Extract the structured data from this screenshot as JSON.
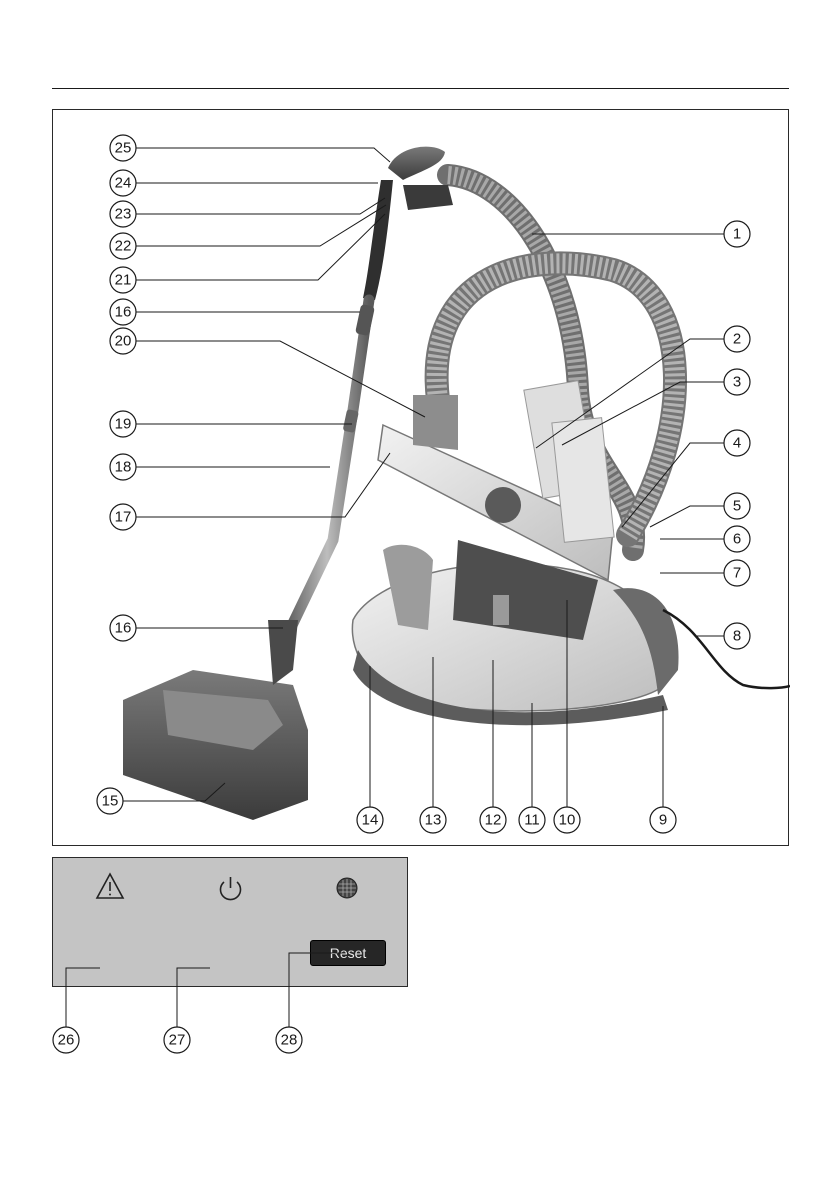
{
  "callouts": [
    {
      "n": "1"
    },
    {
      "n": "2"
    },
    {
      "n": "3"
    },
    {
      "n": "4"
    },
    {
      "n": "5"
    },
    {
      "n": "6"
    },
    {
      "n": "7"
    },
    {
      "n": "8"
    },
    {
      "n": "9"
    },
    {
      "n": "10"
    },
    {
      "n": "11"
    },
    {
      "n": "12"
    },
    {
      "n": "13"
    },
    {
      "n": "14"
    },
    {
      "n": "15"
    },
    {
      "n": "16"
    },
    {
      "n": "16b",
      "label": "16"
    },
    {
      "n": "17"
    },
    {
      "n": "18"
    },
    {
      "n": "19"
    },
    {
      "n": "20"
    },
    {
      "n": "21"
    },
    {
      "n": "22"
    },
    {
      "n": "23"
    },
    {
      "n": "24"
    },
    {
      "n": "25"
    },
    {
      "n": "26"
    },
    {
      "n": "27"
    },
    {
      "n": "28"
    }
  ],
  "panel": {
    "reset_label": "Reset",
    "icons": [
      "warning-icon",
      "power-icon",
      "filter-icon"
    ]
  },
  "colors": {
    "panel_bg": "#c4c4c4",
    "line": "#1a1a1a"
  }
}
